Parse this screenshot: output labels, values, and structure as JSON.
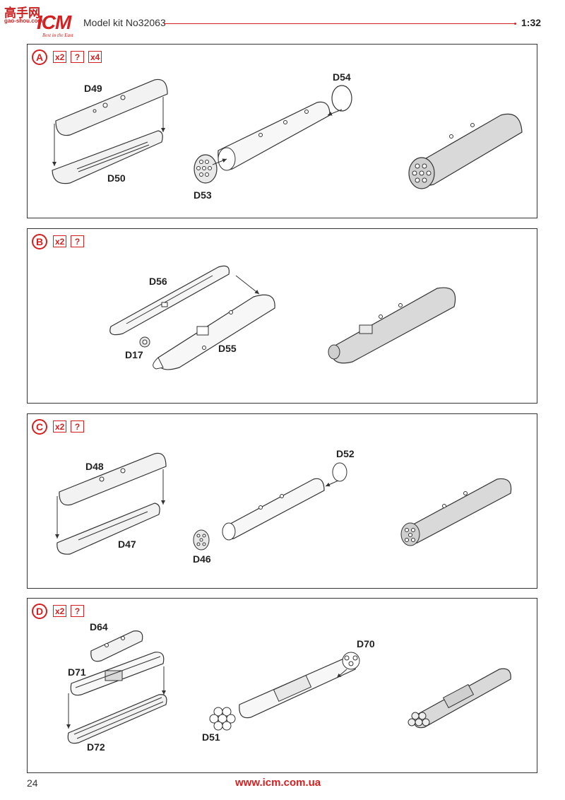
{
  "header": {
    "logo_cn": "高手网",
    "logo_url": "gao-shou.com",
    "logo_brand": "ICM",
    "logo_tagline": "Best in the East",
    "title": "Model kit No32063",
    "scale": "1:32"
  },
  "steps": [
    {
      "letter": "A",
      "badges": [
        "x2",
        "?",
        "x4"
      ],
      "parts": [
        "D49",
        "D50",
        "D53",
        "D54"
      ]
    },
    {
      "letter": "B",
      "badges": [
        "x2",
        "?"
      ],
      "parts": [
        "D56",
        "D17",
        "D55"
      ]
    },
    {
      "letter": "C",
      "badges": [
        "x2",
        "?"
      ],
      "parts": [
        "D48",
        "D47",
        "D46",
        "D52"
      ]
    },
    {
      "letter": "D",
      "badges": [
        "x2",
        "?"
      ],
      "parts": [
        "D64",
        "D71",
        "D72",
        "D51",
        "D70"
      ]
    }
  ],
  "footer": {
    "page_number": "24",
    "website": "www.icm.com.ua"
  },
  "colors": {
    "accent": "#d42020",
    "line": "#333333",
    "part_fill": "#d9d9d9"
  }
}
